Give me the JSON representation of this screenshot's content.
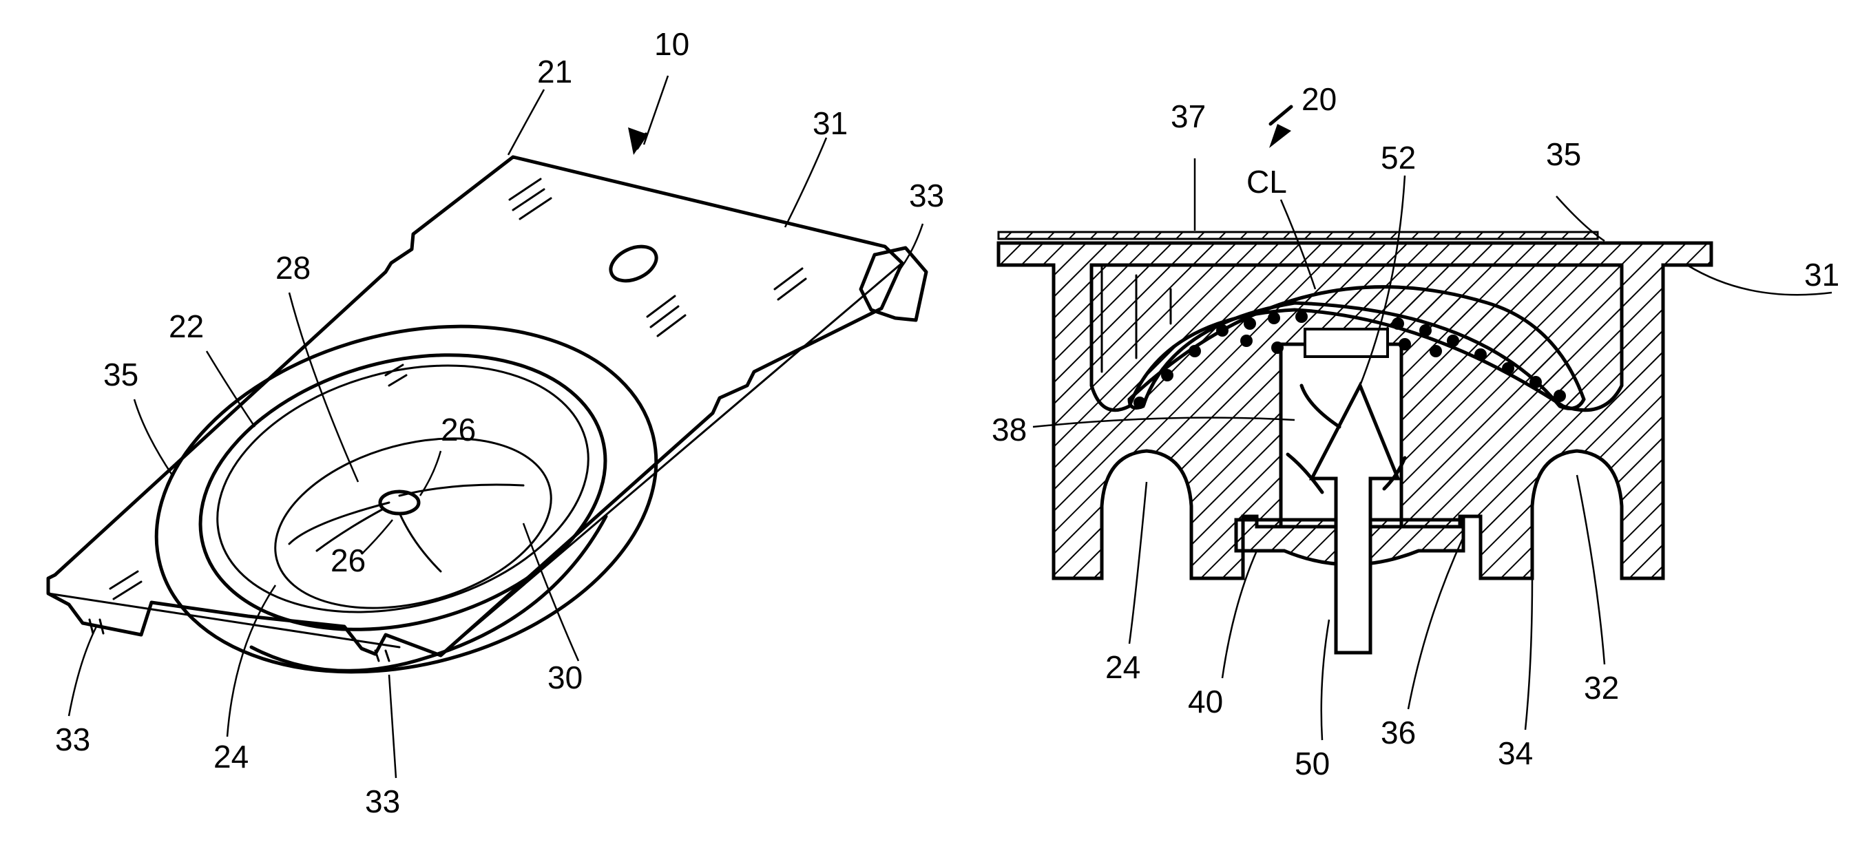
{
  "figure_left": {
    "labels": [
      {
        "id": "l10",
        "text": "10"
      },
      {
        "id": "l21",
        "text": "21"
      },
      {
        "id": "l31",
        "text": "31"
      },
      {
        "id": "l33a",
        "text": "33"
      },
      {
        "id": "l28",
        "text": "28"
      },
      {
        "id": "l22",
        "text": "22"
      },
      {
        "id": "l35",
        "text": "35"
      },
      {
        "id": "l26a",
        "text": "26"
      },
      {
        "id": "l26b",
        "text": "26"
      },
      {
        "id": "l30",
        "text": "30"
      },
      {
        "id": "l24",
        "text": "24"
      },
      {
        "id": "l33b",
        "text": "33"
      },
      {
        "id": "l33c",
        "text": "33"
      }
    ]
  },
  "figure_right": {
    "labels": [
      {
        "id": "r20",
        "text": "20"
      },
      {
        "id": "r37",
        "text": "37"
      },
      {
        "id": "r52",
        "text": "52"
      },
      {
        "id": "r35",
        "text": "35"
      },
      {
        "id": "rCL",
        "text": "CL"
      },
      {
        "id": "r31",
        "text": "31"
      },
      {
        "id": "r38",
        "text": "38"
      },
      {
        "id": "r24",
        "text": "24"
      },
      {
        "id": "r40",
        "text": "40"
      },
      {
        "id": "r50",
        "text": "50"
      },
      {
        "id": "r36",
        "text": "36"
      },
      {
        "id": "r34",
        "text": "34"
      },
      {
        "id": "r32",
        "text": "32"
      }
    ]
  }
}
